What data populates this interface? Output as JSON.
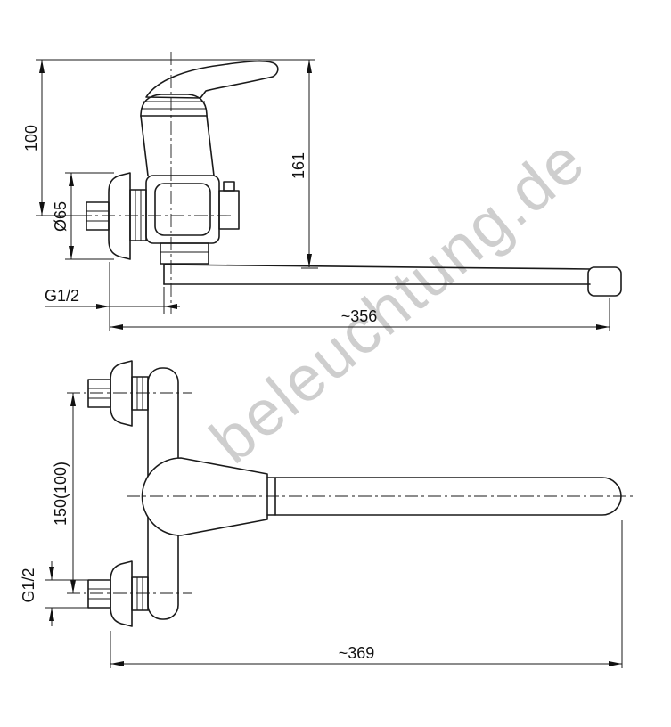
{
  "watermark": "beleuchtung.de",
  "top_view": {
    "height": "100",
    "flange_diameter": "Ø65",
    "height_to_spout": "161",
    "thread": "G1/2",
    "spout_reach": "~356"
  },
  "bottom_view": {
    "connection_spacing": "150(100)",
    "thread": "G1/2",
    "overall_length": "~369"
  }
}
